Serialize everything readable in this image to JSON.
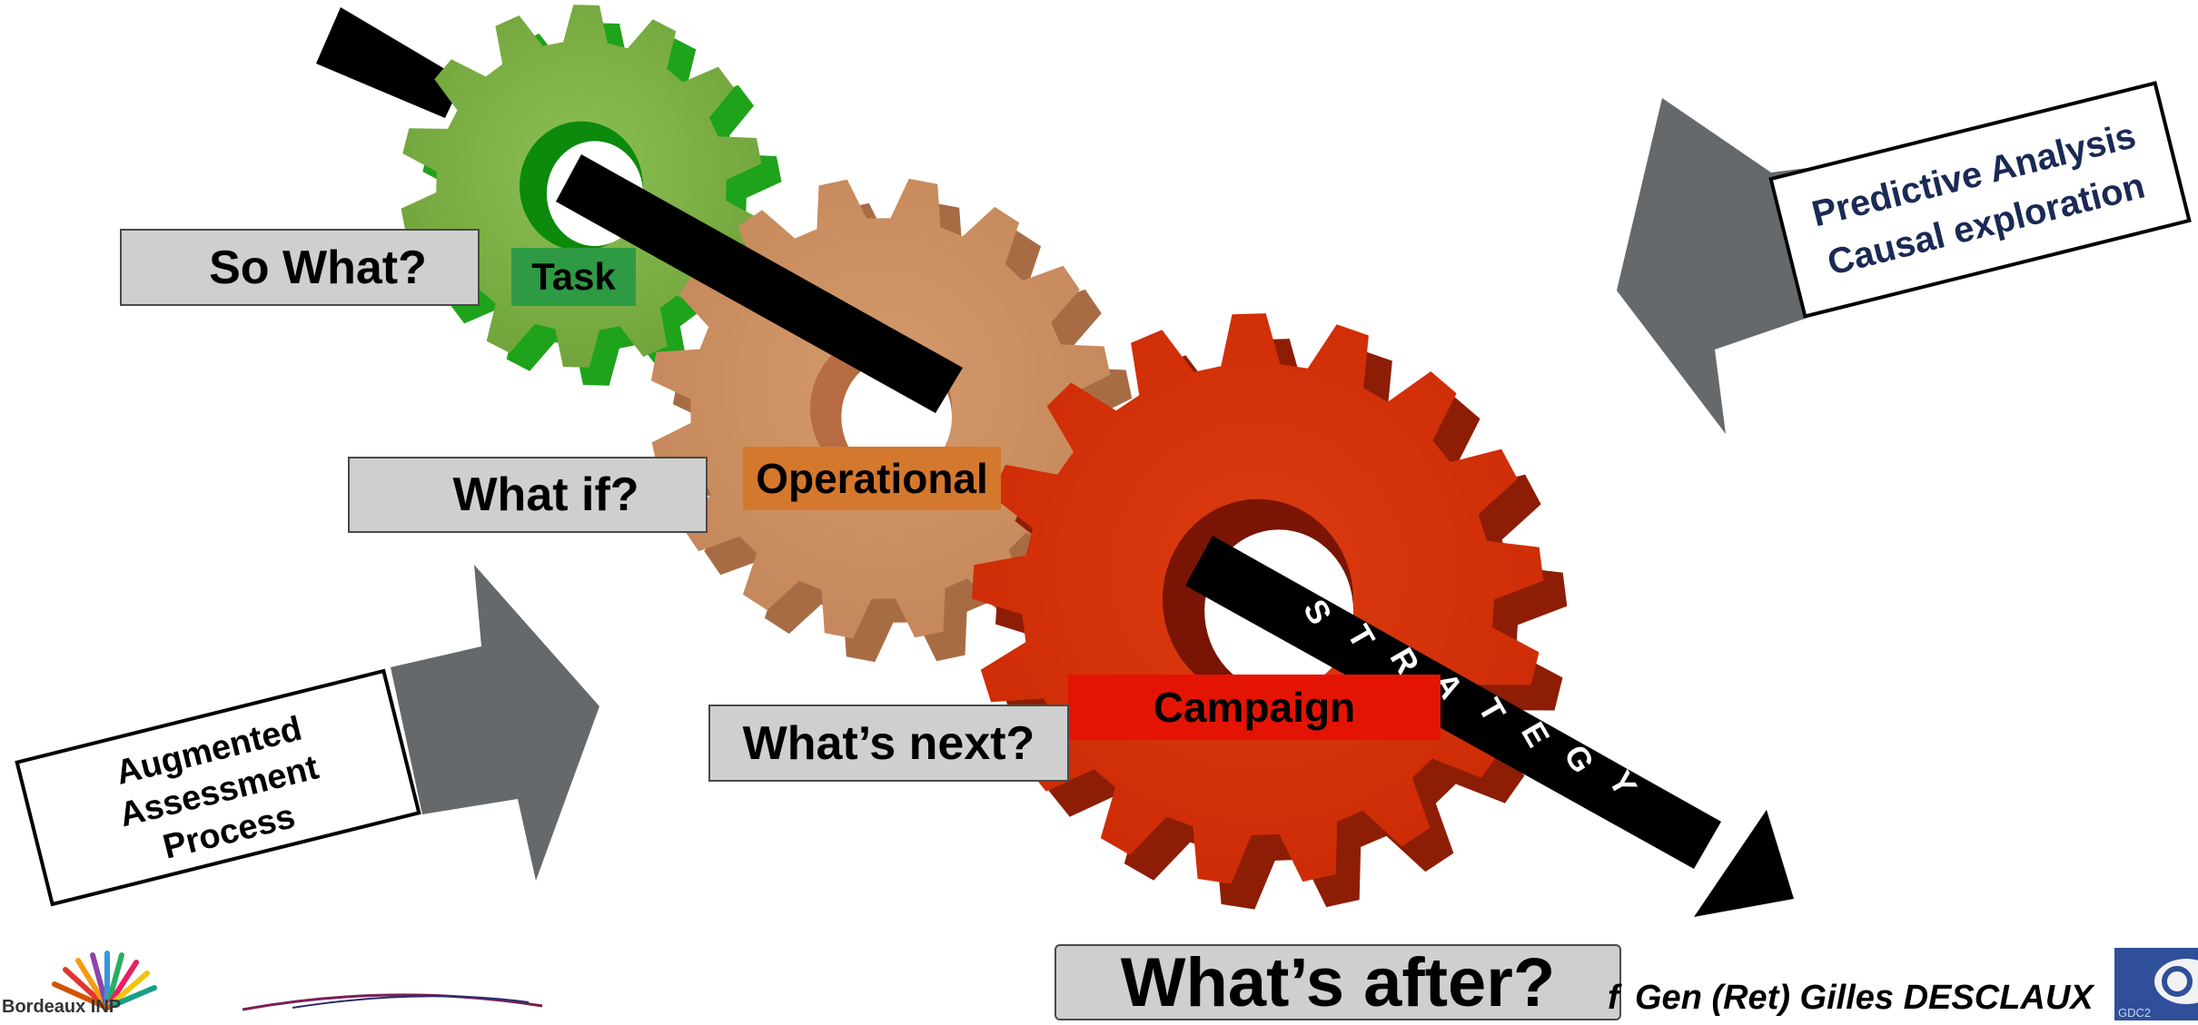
{
  "gears": {
    "task": {
      "label": "Task",
      "color": "#7aac42",
      "label_bg": "#2f9a44"
    },
    "operational": {
      "label": "Operational",
      "color": "#c98b5c",
      "label_bg": "#d4782d"
    },
    "campaign": {
      "label": "Campaign",
      "color": "#d42c06",
      "label_bg": "#e41405"
    }
  },
  "questions": {
    "so_what": "So What?",
    "what_if": "What if?",
    "whats_next": "What’s next?",
    "whats_after": "What’s after?"
  },
  "strategy_letters": [
    "S",
    "T",
    "R",
    "A",
    "T",
    "E",
    "G",
    "Y"
  ],
  "left_callout": {
    "lines": [
      "Augmented",
      "Assessment",
      "Process"
    ]
  },
  "right_callout": {
    "lines": [
      "Predictive Analysis",
      "Causal exploration"
    ],
    "text_color": "#1a2a55"
  },
  "footer": {
    "org_name": "Bordeaux INP",
    "author": "Gen (Ret) Gilles DESCLAUX",
    "author_prefix": "f",
    "corner_logo_text": "GDC2"
  },
  "colors": {
    "arrow_gray": "#65696c",
    "question_bg": "#cfcfcf"
  }
}
